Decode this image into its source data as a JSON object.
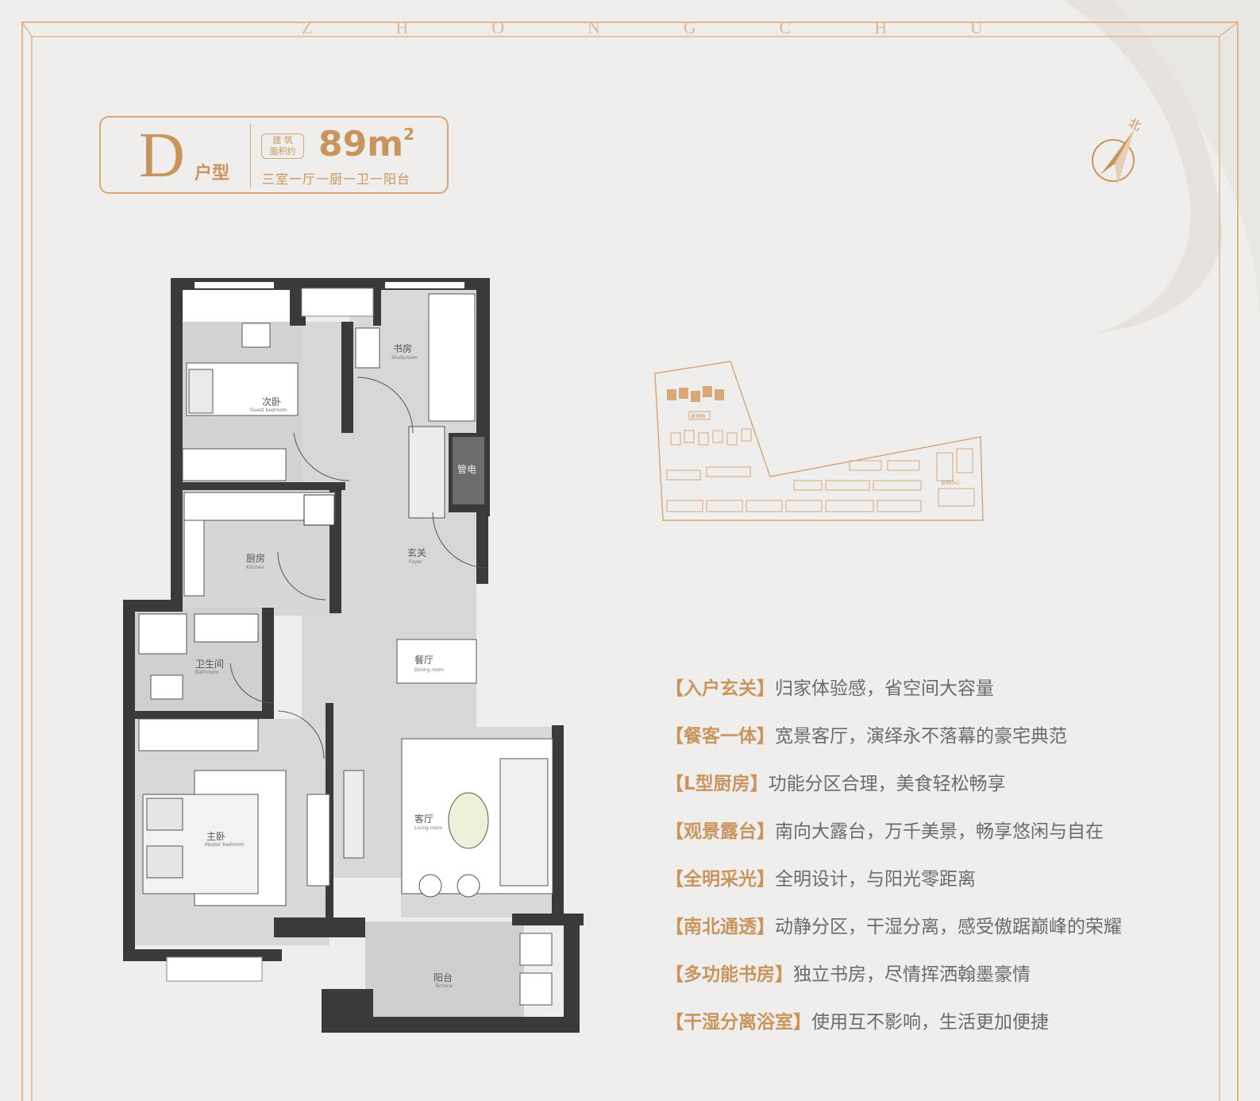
{
  "brand_letters": [
    "Z",
    "H",
    "O",
    "N",
    "G",
    "C",
    "H",
    "U"
  ],
  "unit": {
    "letter": "D",
    "suffix": "户型",
    "area_label_line1": "建 筑",
    "area_label_line2": "面积约",
    "area_value": "89m",
    "area_unit_sup": "2",
    "layout": "三室一厅一厨一卫一阳台"
  },
  "compass": {
    "label": "北"
  },
  "rooms": {
    "guest_bedroom": {
      "zh": "次卧",
      "en": "Guest bedroom"
    },
    "study": {
      "zh": "书房",
      "en": "Studyroom"
    },
    "elevator": {
      "zh": "管电"
    },
    "kitchen": {
      "zh": "厨房",
      "en": "Kitchen"
    },
    "foyer": {
      "zh": "玄关",
      "en": "Foyer"
    },
    "bathroom": {
      "zh": "卫生间",
      "en": "Bathroom"
    },
    "dining": {
      "zh": "餐厅",
      "en": "Dining room"
    },
    "master_bedroom": {
      "zh": "主卧",
      "en": "Master bedroom"
    },
    "living": {
      "zh": "客厅",
      "en": "Living room"
    },
    "balcony": {
      "zh": "阳台",
      "en": "Terrace"
    }
  },
  "site_plan": {
    "label1": "景观轴",
    "label2": "营销中心"
  },
  "features": [
    {
      "key": "【入户玄关】",
      "text": "归家体验感，省空间大容量"
    },
    {
      "key": "【餐客一体】",
      "text": "宽景客厅，演绎永不落幕的豪宅典范"
    },
    {
      "key": "【L型厨房】",
      "text": "功能分区合理，美食轻松畅享"
    },
    {
      "key": "【观景露台】",
      "text": "南向大露台，万千美景，畅享悠闲与自在"
    },
    {
      "key": "【全明采光】",
      "text": "全明设计，与阳光零距离"
    },
    {
      "key": "【南北通透】",
      "text": "动静分区，干湿分离，感受傲踞巅峰的荣耀"
    },
    {
      "key": "【多功能书房】",
      "text": "独立书房，尽情挥洒翰墨豪情"
    },
    {
      "key": "【干湿分离浴室】",
      "text": "使用互不影响，生活更加便捷"
    }
  ]
}
